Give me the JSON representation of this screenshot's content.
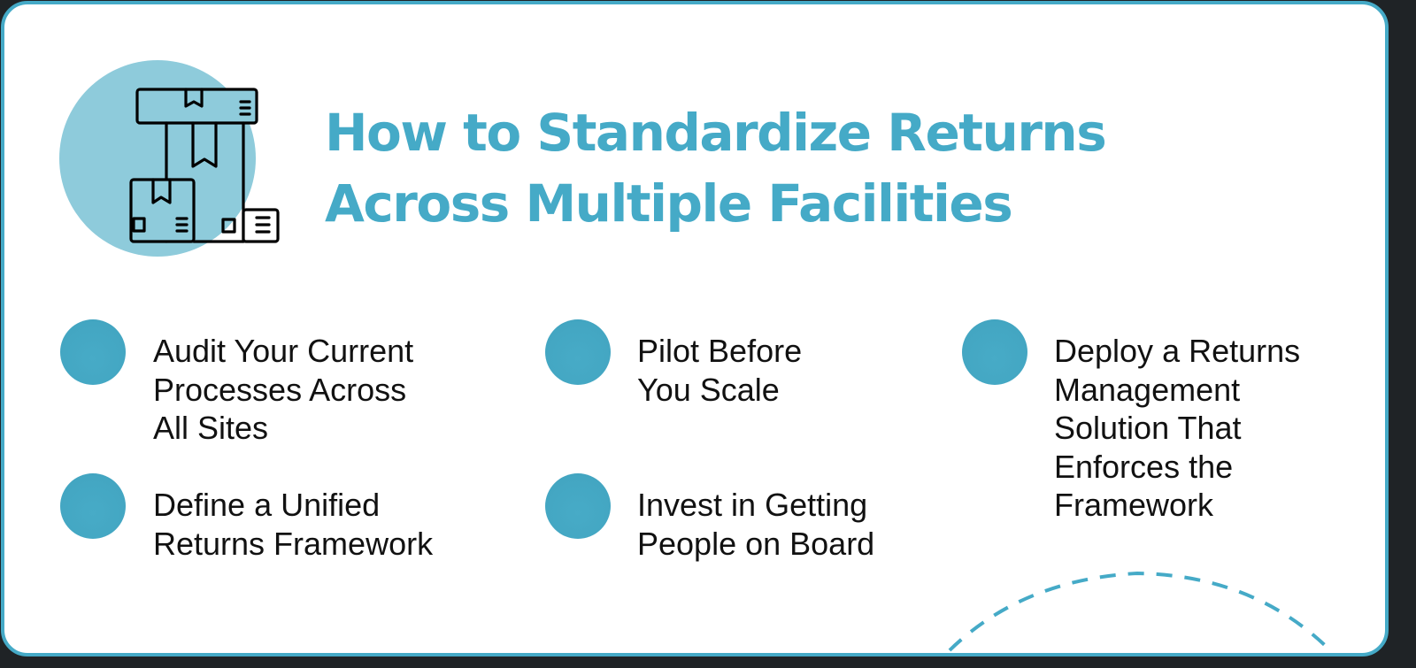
{
  "title": {
    "line1": "How to Standardize Returns",
    "line2": "Across Multiple Facilities"
  },
  "hero_icon": "stacked-boxes-icon",
  "colors": {
    "accent": "#45aac7",
    "hero_circle": "#8ecbdb",
    "text": "#111111",
    "background": "#ffffff"
  },
  "steps": [
    {
      "lines": [
        "Audit Your Current",
        "Processes Across",
        "All Sites"
      ]
    },
    {
      "lines": [
        "Define a Unified",
        "Returns Framework"
      ]
    },
    {
      "lines": [
        "Pilot Before",
        "You Scale"
      ]
    },
    {
      "lines": [
        "Invest in Getting",
        "People on Board"
      ]
    },
    {
      "lines": [
        "Deploy a Returns",
        "Management",
        "Solution That",
        "Enforces the",
        "Framework"
      ]
    }
  ]
}
